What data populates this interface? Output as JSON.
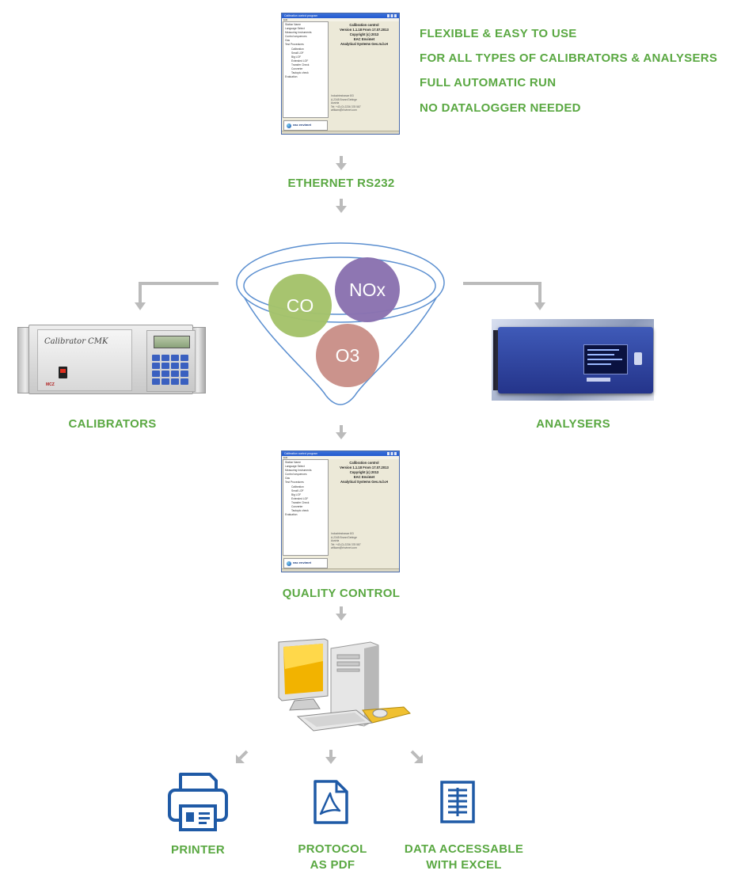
{
  "features": [
    "FLEXIBLE & EASY TO USE",
    "FOR ALL TYPES OF CALIBRATORS & ANALYSERS",
    "FULL AUTOMATIC RUN",
    "NO DATALOGGER NEEDED"
  ],
  "labels": {
    "ethernet": "ETHERNET RS232",
    "calibrators": "CALIBRATORS",
    "analysers": "ANALYSERS",
    "quality_control": "QUALITY CONTROL",
    "printer": "PRINTER",
    "protocol_line1": "PROTOCOL",
    "protocol_line2": "AS PDF",
    "excel_line1": "DATA ACCESSABLE",
    "excel_line2": "WITH EXCEL"
  },
  "gases": {
    "co": "CO",
    "nox": "NOx",
    "o3": "O3"
  },
  "colors": {
    "label_green": "#5aa842",
    "arrow_gray": "#bbbbbb",
    "funnel_blue": "#5b8fd0",
    "co_circle": "#a4c26a",
    "nox_circle": "#8a72b0",
    "o3_circle": "#c98f88",
    "icon_blue": "#1f5aa6"
  },
  "software": {
    "title": "Calibration control program",
    "menu": "Edit",
    "tree": [
      "Station Name",
      "Language Select",
      "Measuring Instruments",
      "Control sequences",
      "Gas",
      "Test Procedures"
    ],
    "tree_sub": [
      "Calibration",
      "Small LOF",
      "Big LOF",
      "Extended LOF",
      "Transfer Check",
      "Converter",
      "Tautopic check"
    ],
    "tree_end": "Evaluation",
    "info": [
      "Calibration control",
      "Version 1.1.18 From 17.07.2013",
      "Copyright (c) 2013",
      "EAC Envimet",
      "Analytical Systems Ges.m.b.H"
    ],
    "address": [
      "Industriestrasse 8/3",
      "A-2345 Brunn/Gebirge",
      "Austria",
      "Tel: +43 (0) 2236 378 587",
      "willkam@envimet.com"
    ],
    "brand": "eac envimet"
  },
  "device": {
    "calibrator_brand": "Calibrator CMK",
    "calibrator_logo": "MCZ"
  }
}
